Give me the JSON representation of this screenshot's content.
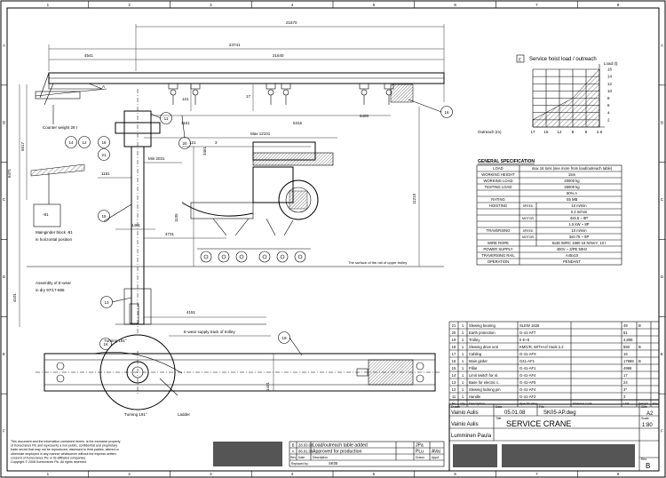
{
  "colors": {
    "ink": "#000000",
    "paper": "#ffffff",
    "redacted": "#555555"
  },
  "grid": {
    "cols": [
      "1",
      "2",
      "3",
      "4",
      "5",
      "6",
      "7",
      "8"
    ],
    "rows": [
      "A",
      "B",
      "C",
      "D",
      "E",
      "F"
    ]
  },
  "dims": {
    "top_overall": "21670",
    "top_jib": "24741",
    "jib_left": "4541",
    "jib_right": "21640",
    "d_121": "121",
    "d_3": "3",
    "d_17": "17",
    "d_121b": "121",
    "d_1161": "1161",
    "max_reach": "Max 12101",
    "min_reach": "Min 2031",
    "d_5315": "5315",
    "d_3451": "3451",
    "d_6400": "6400",
    "d_4_1": "4",
    "d_1461": "1461",
    "d_4731": "4731",
    "d_1151": "1151",
    "d_6471": "6471",
    "d_5617": "5617",
    "d_20": "20",
    "d_1135": "1135",
    "d_11215": "11215",
    "d_4101": "4101",
    "d_4151": "4151",
    "d_1431": "1431",
    "d_717": "717"
  },
  "labels": {
    "counter_weight": "Counter weight 28 t",
    "mainginder": "Mainginder block -81",
    "horizontal": "in horizontal position",
    "b1": "-81",
    "assembly": "Assembly of E-wear",
    "in_dry": "in dry 97/17-886",
    "turning_top": "Turning 191°",
    "turning_bot": "Turning 191°",
    "ladder": "Ladder",
    "supply_track": "E-wear supply track of trolley",
    "rail_note": "The surface of the rail of upper trolley"
  },
  "callouts": [
    "16",
    "11",
    "14",
    "12",
    "18",
    "21",
    "20",
    "15",
    "13",
    "16",
    "19"
  ],
  "chart": {
    "heading": "Service hoist load / outreach",
    "marker": "E",
    "ylabel": "Load (t)",
    "xlabel": "Outreach (m)",
    "y_ticks": [
      "16",
      "14",
      "12",
      "10",
      "8",
      "6",
      "4",
      "2"
    ],
    "x_ticks": [
      "17",
      "15",
      "12",
      "8",
      "8",
      "2.6"
    ]
  },
  "chart_data": {
    "type": "area",
    "title": "Service hoist load / outreach",
    "xlabel": "Outreach (m)",
    "ylabel": "Load (t)",
    "x": [
      "17",
      "15",
      "12",
      "8",
      "8",
      "2.6"
    ],
    "y_ticks": [
      16,
      14,
      12,
      10,
      8,
      6,
      4,
      2
    ],
    "ylim": [
      0,
      16
    ],
    "series": [
      {
        "values": [
          2,
          4,
          6,
          8,
          12,
          16
        ]
      }
    ],
    "grid": true
  },
  "spec": {
    "title": "GENERAL SPECIFICATION",
    "rows": [
      [
        "LOAD",
        "",
        "max 16 tons (see more from load/outreach table)"
      ],
      [
        "WORKING HEIGHT",
        "",
        "15m"
      ],
      [
        "WORKING LOAD",
        "",
        "20000 kg"
      ],
      [
        "TESTING LOAD",
        "",
        "25000 kg"
      ],
      [
        "",
        "",
        "50% A"
      ],
      [
        "RATING",
        "",
        "S5 MB"
      ],
      [
        "HOISTING",
        "SPEED",
        "10 m/min"
      ],
      [
        "",
        "",
        "0.3 m/min"
      ],
      [
        "",
        "MOTOR",
        "4x5.5 ~ 8P"
      ],
      [
        "",
        "",
        "1.5 kW ~ 8P"
      ],
      [
        "TRAVERSING",
        "SPEED",
        "10 m/min"
      ],
      [
        "",
        "MOTOR",
        "3x0.75 ~ 8P"
      ],
      [
        "WIRE ROPE",
        "",
        "6x36 IWRC 1960 16 N/mm², 10 t"
      ],
      [
        "POWER SUPPLY",
        "",
        "400V ~ 3/PE 50Hz"
      ],
      [
        "TRAVERSING RAIL",
        "",
        "A45x10"
      ],
      [
        "OPERATION",
        "",
        "PENDANT"
      ]
    ]
  },
  "parts": {
    "rows": [
      [
        "21",
        "1",
        "Slewing bearing",
        "SLEW 1626",
        "49",
        "B"
      ],
      [
        "20",
        "1",
        "Earth protection",
        "G-41-AF7",
        "81",
        ""
      ],
      [
        "19",
        "1",
        "Trolley",
        "II E+8",
        "4,808",
        ""
      ],
      [
        "18",
        "1",
        "Slewing drive unit",
        "KMG/R, WITH-of Hook 2.2",
        "550",
        "B"
      ],
      [
        "17",
        "1",
        "Cabling",
        "G-41-AFX",
        "16",
        ""
      ],
      [
        "16",
        "1",
        "Main girder",
        "G41-AF1",
        "17988",
        "B"
      ],
      [
        "15",
        "1",
        "Pillar",
        "G-41-AF1",
        "4996",
        ""
      ],
      [
        "14",
        "1",
        "Limit switch for sl.",
        "G-41-AF4",
        "17",
        ""
      ],
      [
        "13",
        "1",
        "Base for electric c.",
        "G-41-AF5",
        "24",
        ""
      ],
      [
        "12",
        "1",
        "Slewing locking pin",
        "G-41-AF4",
        "3*",
        ""
      ],
      [
        "11",
        "1",
        "Handle",
        "G-41-AF2",
        "3",
        ""
      ]
    ],
    "header": [
      "No",
      "Qty",
      "Description",
      "Specification",
      "Material code",
      "Weight",
      "Rev"
    ],
    "header_extra": [
      "Unit",
      "Pcs"
    ]
  },
  "titleblock": {
    "drawn_label": "Drawn",
    "drawn_by": "Vainio Aulis",
    "date_label": "Date",
    "date": "05.01.08",
    "file_label": "File",
    "file": "SK05-AP.dwg",
    "title_label": "Title",
    "checked_by": "Vainio Aulis",
    "title": "SERVICE CRANE",
    "approved_by": "Lumminen Paula",
    "size_label": "Size",
    "size": "A2",
    "scale_label": "Scale",
    "scale": "1:80",
    "rev_label": "Rev",
    "rev": "B",
    "plu": "PLu",
    "avai": "AVai"
  },
  "revisions": [
    {
      "rev": "B",
      "date": "28.03.08",
      "desc": "Load/outreach table added",
      "by": "JPa"
    },
    {
      "rev": "A",
      "date": "06.01.08",
      "desc": "Approved for production",
      "by": "PLu",
      "chk": "AVai"
    }
  ],
  "rev_header": [
    "Rev",
    "Date",
    "Description",
    "Drawn",
    "Appd",
    "Ver Sht"
  ],
  "rev_footer": {
    "label": "Replaced by",
    "value": "SK05"
  },
  "disclaimer": [
    "This document and the information contained herein, is the exclusive property",
    "of Konecranes Plc and represents a non-public, confidential and proprietary",
    "trade secret that may not be reproduced, disclosed to third parties, altered or",
    "otherwise employed in any manner whatsoever without the express written",
    "consent of Konecranes Plc or its affiliated companies.",
    "Copyright © 2008 Konecranes Plc. All rights reserved."
  ]
}
